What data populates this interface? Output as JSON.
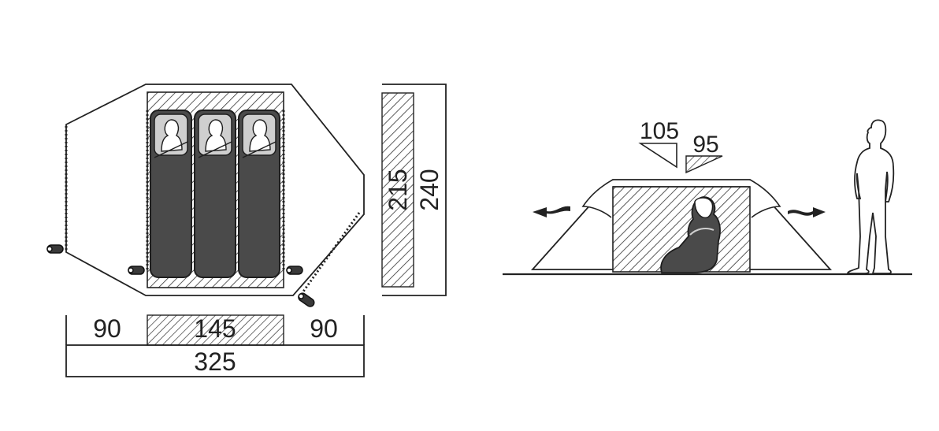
{
  "colors": {
    "line": "#222222",
    "bag_fill": "#4a4a4a",
    "bag_edge": "#1e1e1e",
    "hatch": "#333333",
    "background": "#ffffff"
  },
  "floor_plan": {
    "left_vestibule_width": "90",
    "inner_tent_width": "145",
    "right_vestibule_width": "90",
    "total_length": "325",
    "inner_tent_length": "215",
    "total_width": "240"
  },
  "side_view": {
    "total_height": "105",
    "inner_tent_height": "95"
  },
  "icons": [
    "sleeping-bag-icon",
    "tent-peg-icon",
    "seated-person-icon",
    "standing-person-icon",
    "ventilation-arrow-icon"
  ]
}
